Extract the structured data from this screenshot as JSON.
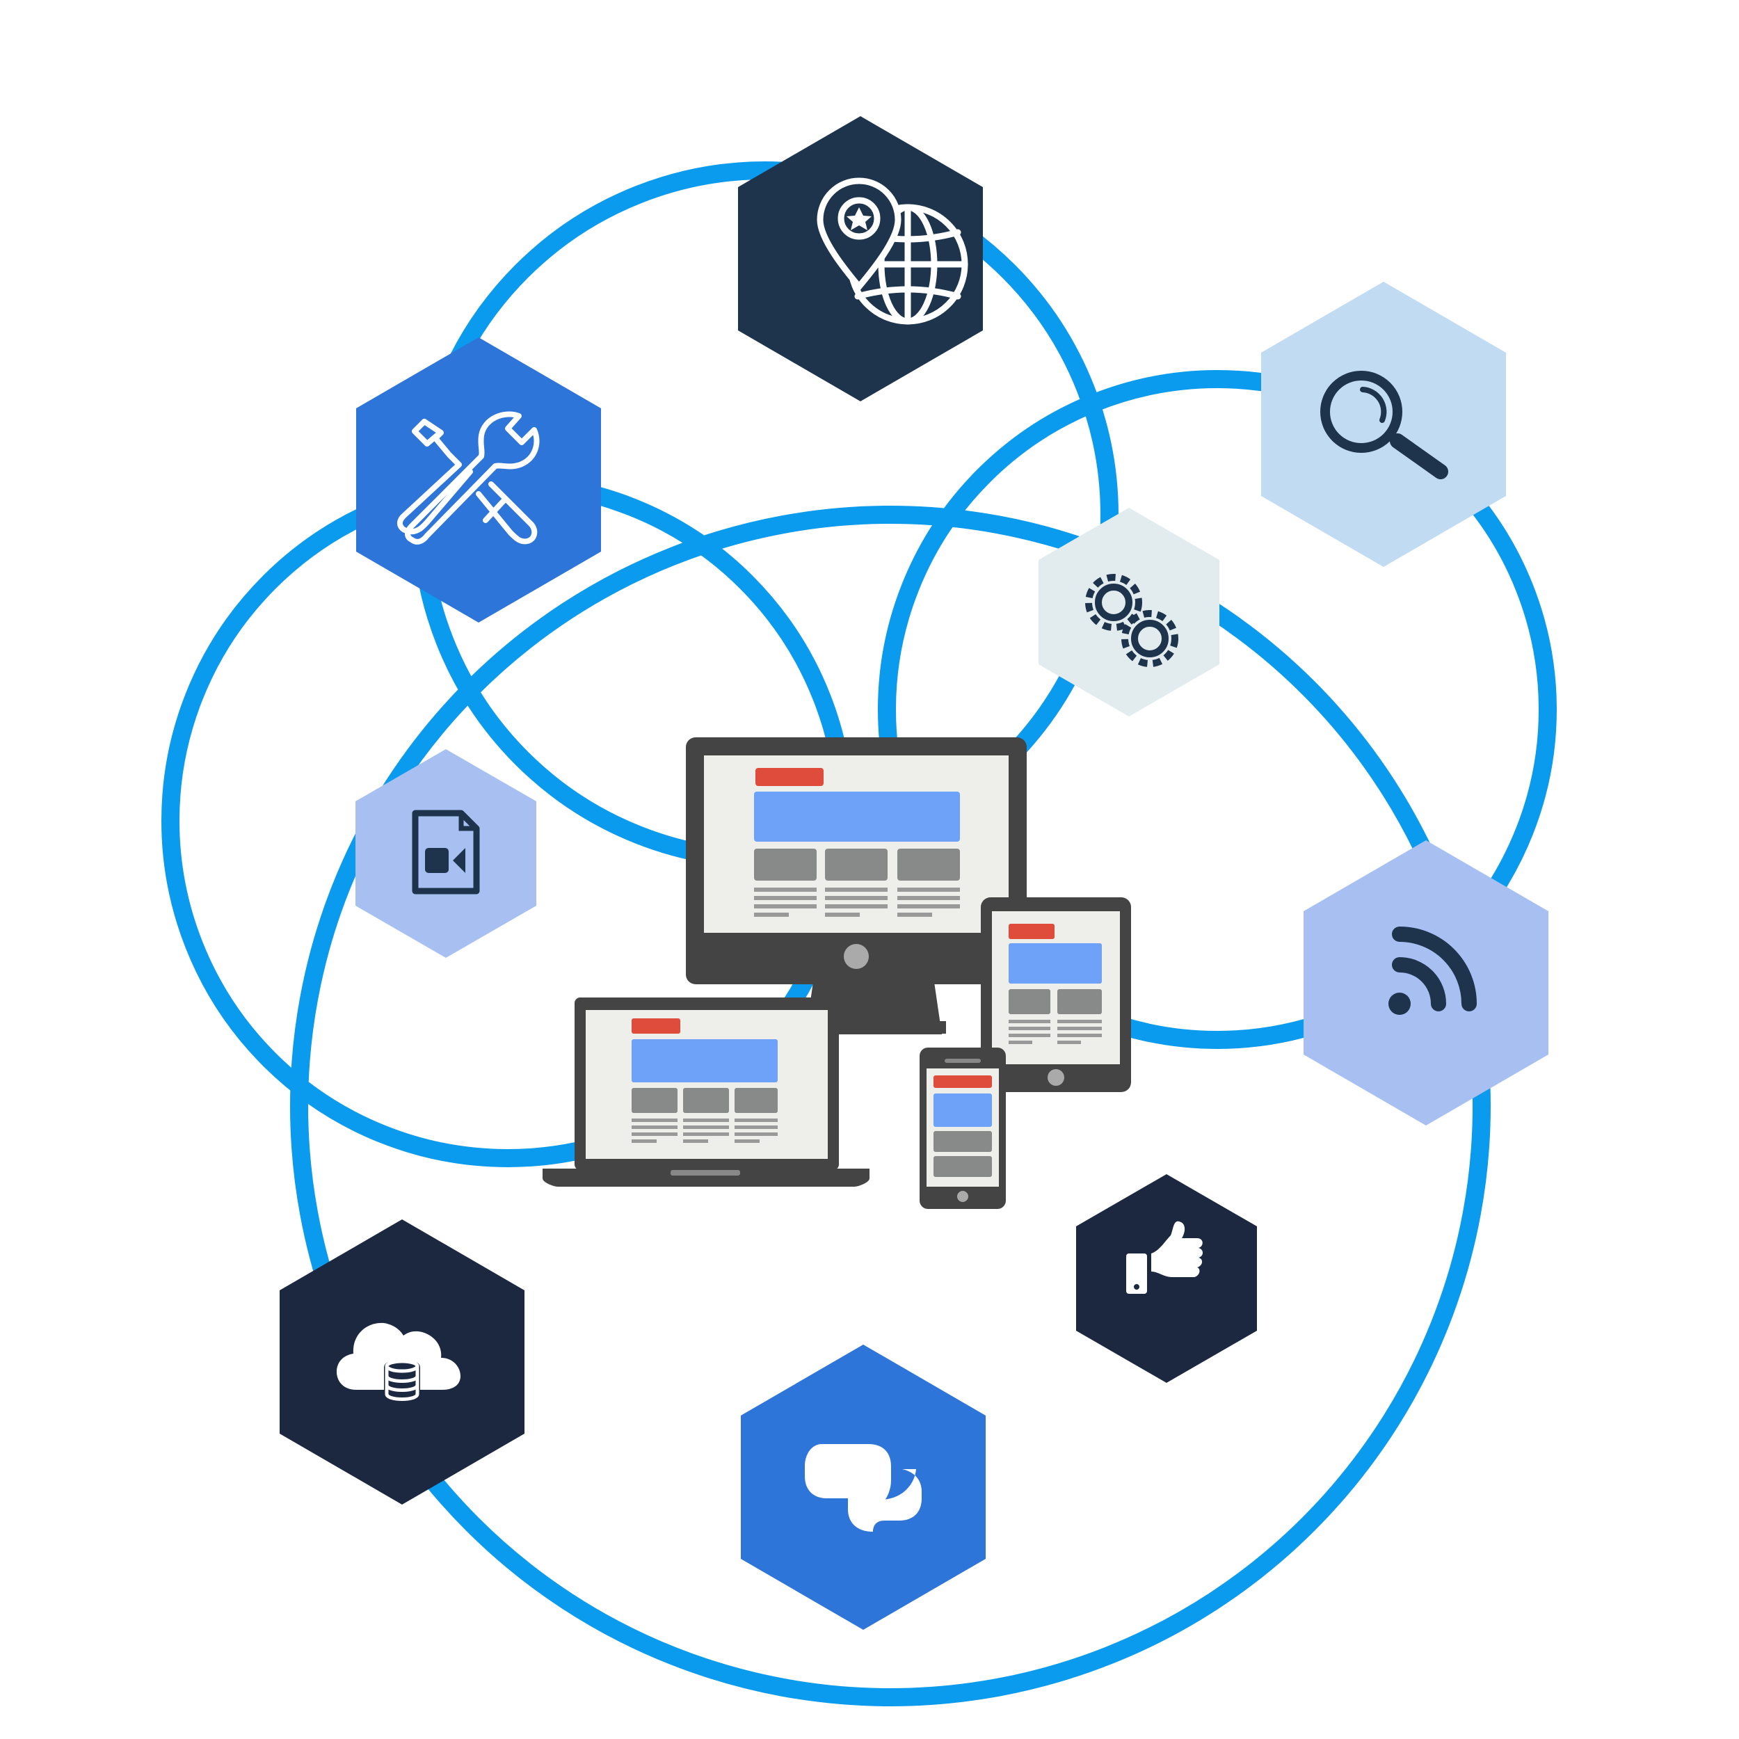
{
  "colors": {
    "ring": "#0b9bee",
    "navy": "#1e344d",
    "navy_dark": "#1b2840",
    "blue": "#2e75da",
    "light_blue": "#c1dbf3",
    "periwinkle": "#a8bff2",
    "pale_gray": "#e2ecee",
    "device_body": "#444444",
    "screen_bg": "#eeeeea",
    "ui_red": "#df4c3c",
    "ui_blue": "#6ea2f8",
    "ui_gray": "#888a8a",
    "ui_line": "#999999"
  },
  "nodes": [
    {
      "id": "location-globe",
      "icon": "location-globe-icon",
      "fill": "navy"
    },
    {
      "id": "tools",
      "icon": "wrench-screwdriver-icon",
      "fill": "blue"
    },
    {
      "id": "search",
      "icon": "magnifier-icon",
      "fill": "light_blue"
    },
    {
      "id": "settings",
      "icon": "gears-icon",
      "fill": "pale_gray"
    },
    {
      "id": "video-file",
      "icon": "video-file-icon",
      "fill": "periwinkle"
    },
    {
      "id": "rss",
      "icon": "rss-feed-icon",
      "fill": "periwinkle"
    },
    {
      "id": "mobile-like",
      "icon": "mobile-thumbs-up-icon",
      "fill": "navy_dark"
    },
    {
      "id": "cloud-database",
      "icon": "cloud-database-icon",
      "fill": "navy_dark"
    },
    {
      "id": "chat",
      "icon": "chat-bubbles-icon",
      "fill": "blue"
    }
  ],
  "center": {
    "devices": [
      "desktop-monitor",
      "laptop",
      "tablet",
      "smartphone"
    ]
  }
}
